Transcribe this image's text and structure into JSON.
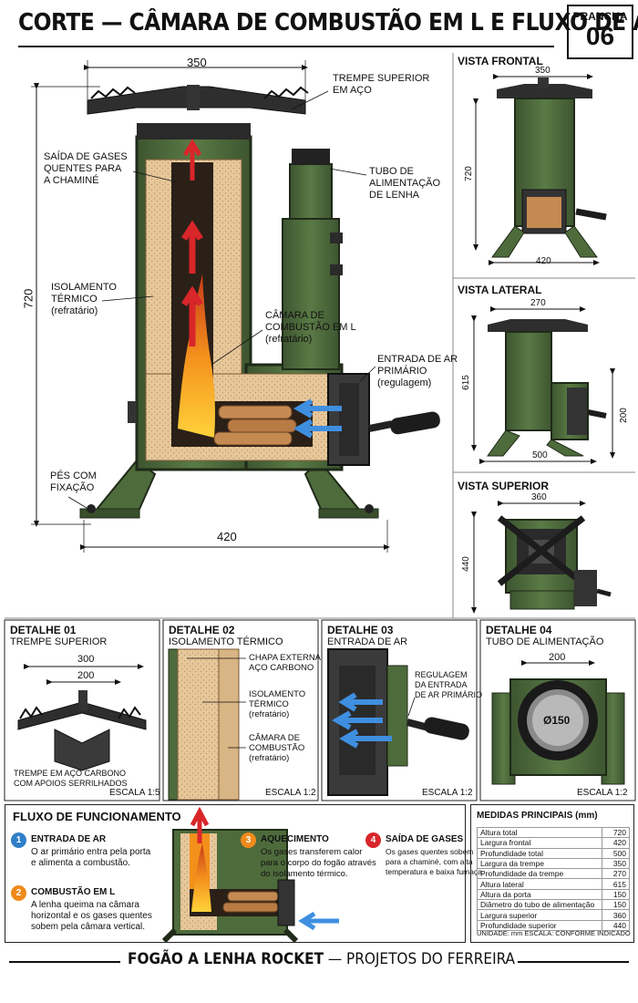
{
  "header": {
    "title": "CORTE — CÂMARA DE COMBUSTÃO EM L E FLUXO DE AR",
    "prancha_label": "PRANCHA",
    "prancha_number": "06"
  },
  "main_section": {
    "dim_top_width": "350",
    "dim_height": "720",
    "dim_base_width": "420",
    "labels": {
      "trempe": "TREMPE SUPERIOR\nEM AÇO",
      "saida": "SAÍDA DE GASES\nQUENTES PARA\nA CHAMINÉ",
      "tubo": "TUBO DE\nALIMENTAÇÃO\nDE LENHA",
      "isolamento": "ISOLAMENTO\nTÉRMICO\n(refratário)",
      "camara": "CÂMARA DE\nCOMBUSTÃO EM L\n(refratário)",
      "entrada": "ENTRADA DE AR\nPRIMÁRIO\n(regulagem)",
      "pes": "PÉS COM\nFIXAÇÃO"
    }
  },
  "views": {
    "frontal": {
      "title": "VISTA FRONTAL",
      "dim_top": "350",
      "dim_height": "720",
      "dim_base": "420"
    },
    "lateral": {
      "title": "VISTA LATERAL",
      "dim_top": "270",
      "dim_height": "615",
      "dim_side": "200",
      "dim_base": "500"
    },
    "superior": {
      "title": "VISTA SUPERIOR",
      "dim_top": "360",
      "dim_side": "440"
    }
  },
  "details": [
    {
      "title": "DETALHE 01",
      "subtitle": "TREMPE SUPERIOR",
      "dim_outer": "300",
      "dim_inner": "200",
      "note": "TREMPE EM AÇO CARBONO\nCOM APOIOS SERRILHADOS",
      "scale": "ESCALA 1:5"
    },
    {
      "title": "DETALHE 02",
      "subtitle": "ISOLAMENTO TÉRMICO",
      "label1": "CHAPA EXTERNA\nAÇO CARBONO",
      "label2": "ISOLAMENTO\nTÉRMICO\n(refratário)",
      "label3": "CÂMARA DE\nCOMBUSTÃO\n(refratário)",
      "scale": "ESCALA 1:2"
    },
    {
      "title": "DETALHE 03",
      "subtitle": "ENTRADA DE AR",
      "label1": "REGULAGEM\nDA ENTRADA\nDE AR PRIMÁRIO",
      "scale": "ESCALA 1:2"
    },
    {
      "title": "DETALHE 04",
      "subtitle": "TUBO DE ALIMENTAÇÃO",
      "dim": "200",
      "diameter": "Ø150",
      "scale": "ESCALA 1:2"
    }
  ],
  "flow": {
    "title": "FLUXO DE FUNCIONAMENTO",
    "steps": [
      {
        "num": "1",
        "title": "ENTRADA DE AR",
        "text": "O ar primário entra pela porta\ne alimenta a combustão.",
        "color": "#2f7fc8"
      },
      {
        "num": "2",
        "title": "COMBUSTÃO EM L",
        "text": "A lenha queima na câmara\nhorizontal e os gases quentes\nsobem pela câmara vertical.",
        "color": "#f08a1c"
      },
      {
        "num": "3",
        "title": "AQUECIMENTO",
        "text": "Os gases transferem calor\npara o corpo do fogão através\ndo isolamento térmico.",
        "color": "#f08a1c"
      },
      {
        "num": "4",
        "title": "SAÍDA DE GASES",
        "text": "Os gases quentes sobem\npara a chaminé, com alta\ntemperatura e baixa fumaça.",
        "color": "#d8262a"
      }
    ]
  },
  "measures": {
    "title": "MEDIDAS PRINCIPAIS (mm)",
    "rows": [
      {
        "label": "Altura total",
        "value": "720"
      },
      {
        "label": "Largura frontal",
        "value": "420"
      },
      {
        "label": "Profundidade total",
        "value": "500"
      },
      {
        "label": "Largura da trempe",
        "value": "350"
      },
      {
        "label": "Profundidade da trempe",
        "value": "270"
      },
      {
        "label": "Altura lateral",
        "value": "615"
      },
      {
        "label": "Altura da porta",
        "value": "150"
      },
      {
        "label": "Diâmetro do tubo de alimentação",
        "value": "150"
      },
      {
        "label": "Largura superior",
        "value": "360"
      },
      {
        "label": "Profundidade superior",
        "value": "440"
      }
    ],
    "footer": "UNIDADE: mm    ESCALA: CONFORME INDICADO"
  },
  "footer": {
    "bold": "FOGÃO A LENHA ROCKET",
    "rest": " — PROJETOS DO FERREIRA"
  },
  "colors": {
    "body_green": "#4e6b3c",
    "refractory": "#e6c79a",
    "flame": "#f3901c",
    "arrow_blue": "#3f8fe0",
    "arrow_red": "#d8262a"
  }
}
